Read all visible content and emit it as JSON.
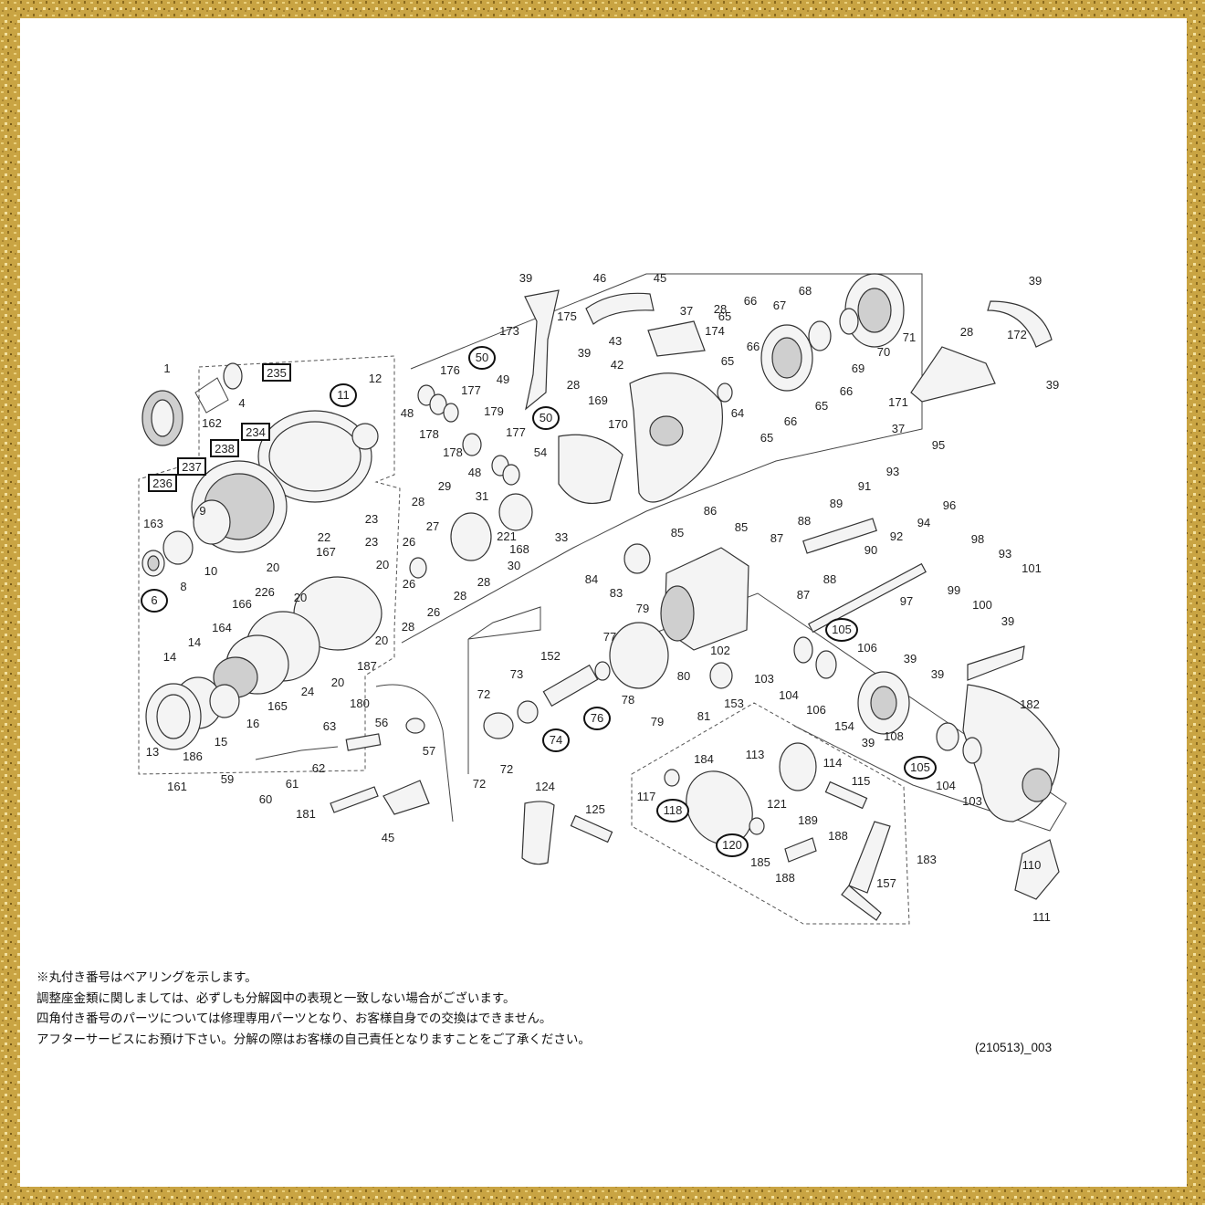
{
  "notes": [
    "※丸付き番号はベアリングを示します。",
    "調整座金類に関しましては、必ずしも分解図中の表現と一致しない場合がございます。",
    "四角付き番号のパーツについては修理専用パーツとなり、お客様自身での交換はできません。",
    "アフターサービスにお預け下さい。分解の際はお客様の自己責任となりますことをご了承ください。"
  ],
  "diagram_code": "(210513)_003",
  "colors": {
    "frame_gold": "#c9a443",
    "frame_gold_dark": "#8a6a1e",
    "line": "#333333"
  },
  "labels": [
    {
      "t": "1"
    },
    {
      "t": "4"
    },
    {
      "t": "162"
    },
    {
      "t": "235",
      "box": true
    },
    {
      "t": "12"
    },
    {
      "t": "11",
      "circle": true
    },
    {
      "t": "48"
    },
    {
      "t": "234",
      "box": true
    },
    {
      "t": "238",
      "box": true
    },
    {
      "t": "237",
      "box": true
    },
    {
      "t": "236",
      "box": true
    },
    {
      "t": "9"
    },
    {
      "t": "163"
    },
    {
      "t": "8"
    },
    {
      "t": "10"
    },
    {
      "t": "6",
      "circle": true
    },
    {
      "t": "22"
    },
    {
      "t": "23"
    },
    {
      "t": "23"
    },
    {
      "t": "167"
    },
    {
      "t": "20"
    },
    {
      "t": "20"
    },
    {
      "t": "20"
    },
    {
      "t": "20"
    },
    {
      "t": "20"
    },
    {
      "t": "226"
    },
    {
      "t": "166"
    },
    {
      "t": "164"
    },
    {
      "t": "187"
    },
    {
      "t": "14"
    },
    {
      "t": "14"
    },
    {
      "t": "24"
    },
    {
      "t": "165"
    },
    {
      "t": "16"
    },
    {
      "t": "15"
    },
    {
      "t": "186"
    },
    {
      "t": "13"
    },
    {
      "t": "161"
    },
    {
      "t": "176"
    },
    {
      "t": "50",
      "circle": true
    },
    {
      "t": "177"
    },
    {
      "t": "49"
    },
    {
      "t": "178"
    },
    {
      "t": "179"
    },
    {
      "t": "178"
    },
    {
      "t": "177"
    },
    {
      "t": "50",
      "circle": true
    },
    {
      "t": "48"
    },
    {
      "t": "54"
    },
    {
      "t": "39"
    },
    {
      "t": "173"
    },
    {
      "t": "46"
    },
    {
      "t": "175"
    },
    {
      "t": "39"
    },
    {
      "t": "45"
    },
    {
      "t": "37"
    },
    {
      "t": "43"
    },
    {
      "t": "42"
    },
    {
      "t": "28"
    },
    {
      "t": "174"
    },
    {
      "t": "169"
    },
    {
      "t": "170"
    },
    {
      "t": "28"
    },
    {
      "t": "29"
    },
    {
      "t": "28"
    },
    {
      "t": "27"
    },
    {
      "t": "31"
    },
    {
      "t": "221"
    },
    {
      "t": "168"
    },
    {
      "t": "33"
    },
    {
      "t": "30"
    },
    {
      "t": "28"
    },
    {
      "t": "26"
    },
    {
      "t": "26"
    },
    {
      "t": "26"
    },
    {
      "t": "28"
    },
    {
      "t": "28"
    },
    {
      "t": "65"
    },
    {
      "t": "66"
    },
    {
      "t": "67"
    },
    {
      "t": "68"
    },
    {
      "t": "71"
    },
    {
      "t": "66"
    },
    {
      "t": "65"
    },
    {
      "t": "69"
    },
    {
      "t": "70"
    },
    {
      "t": "64"
    },
    {
      "t": "65"
    },
    {
      "t": "66"
    },
    {
      "t": "65"
    },
    {
      "t": "66"
    },
    {
      "t": "39"
    },
    {
      "t": "172"
    },
    {
      "t": "28"
    },
    {
      "t": "39"
    },
    {
      "t": "171"
    },
    {
      "t": "37"
    },
    {
      "t": "95"
    },
    {
      "t": "93"
    },
    {
      "t": "91"
    },
    {
      "t": "89"
    },
    {
      "t": "92"
    },
    {
      "t": "96"
    },
    {
      "t": "90"
    },
    {
      "t": "94"
    },
    {
      "t": "86"
    },
    {
      "t": "85"
    },
    {
      "t": "85"
    },
    {
      "t": "87"
    },
    {
      "t": "88"
    },
    {
      "t": "88"
    },
    {
      "t": "87"
    },
    {
      "t": "84"
    },
    {
      "t": "83"
    },
    {
      "t": "79"
    },
    {
      "t": "80"
    },
    {
      "t": "98"
    },
    {
      "t": "93"
    },
    {
      "t": "101"
    },
    {
      "t": "99"
    },
    {
      "t": "100"
    },
    {
      "t": "39"
    },
    {
      "t": "97"
    },
    {
      "t": "105",
      "circle": true
    },
    {
      "t": "106"
    },
    {
      "t": "102"
    },
    {
      "t": "103"
    },
    {
      "t": "104"
    },
    {
      "t": "106"
    },
    {
      "t": "39"
    },
    {
      "t": "39"
    },
    {
      "t": "182"
    },
    {
      "t": "77"
    },
    {
      "t": "152"
    },
    {
      "t": "73"
    },
    {
      "t": "72"
    },
    {
      "t": "76",
      "circle": true
    },
    {
      "t": "78"
    },
    {
      "t": "81"
    },
    {
      "t": "153"
    },
    {
      "t": "79"
    },
    {
      "t": "74",
      "circle": true
    },
    {
      "t": "72"
    },
    {
      "t": "72"
    },
    {
      "t": "154"
    },
    {
      "t": "39"
    },
    {
      "t": "108"
    },
    {
      "t": "105",
      "circle": true
    },
    {
      "t": "104"
    },
    {
      "t": "103"
    },
    {
      "t": "180"
    },
    {
      "t": "56"
    },
    {
      "t": "57"
    },
    {
      "t": "63"
    },
    {
      "t": "62"
    },
    {
      "t": "61"
    },
    {
      "t": "60"
    },
    {
      "t": "59"
    },
    {
      "t": "181"
    },
    {
      "t": "45"
    },
    {
      "t": "124"
    },
    {
      "t": "125"
    },
    {
      "t": "184"
    },
    {
      "t": "113"
    },
    {
      "t": "114"
    },
    {
      "t": "115"
    },
    {
      "t": "117"
    },
    {
      "t": "118",
      "circle": true
    },
    {
      "t": "121"
    },
    {
      "t": "189"
    },
    {
      "t": "188"
    },
    {
      "t": "120",
      "circle": true
    },
    {
      "t": "185"
    },
    {
      "t": "188"
    },
    {
      "t": "157"
    },
    {
      "t": "183"
    },
    {
      "t": "110"
    },
    {
      "t": "111"
    }
  ]
}
